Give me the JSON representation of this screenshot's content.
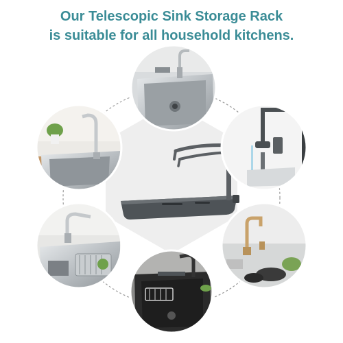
{
  "headline": {
    "line1": "Our Telescopic Sink Storage Rack",
    "line2": "is suitable for all household kitchens."
  },
  "colors": {
    "headline": "#3a8c96",
    "hexagon": "#eeeeee",
    "dashed_ring": "#9a9a9a",
    "rack": "#5b5f63",
    "steel": "#bfc4c8",
    "black_sink": "#2b2b2b"
  },
  "product": {
    "description_icon": "telescopic-sink-rack-icon"
  },
  "scenes": [
    {
      "id": "top",
      "icon": "stainless-sink-icon"
    },
    {
      "id": "upper-left",
      "icon": "stainless-sink-plant-icon"
    },
    {
      "id": "upper-right",
      "icon": "wall-faucet-icon"
    },
    {
      "id": "lower-left",
      "icon": "sink-colander-icon"
    },
    {
      "id": "lower-right",
      "icon": "gold-faucet-sink-icon"
    },
    {
      "id": "bottom",
      "icon": "black-sink-rack-icon"
    }
  ]
}
